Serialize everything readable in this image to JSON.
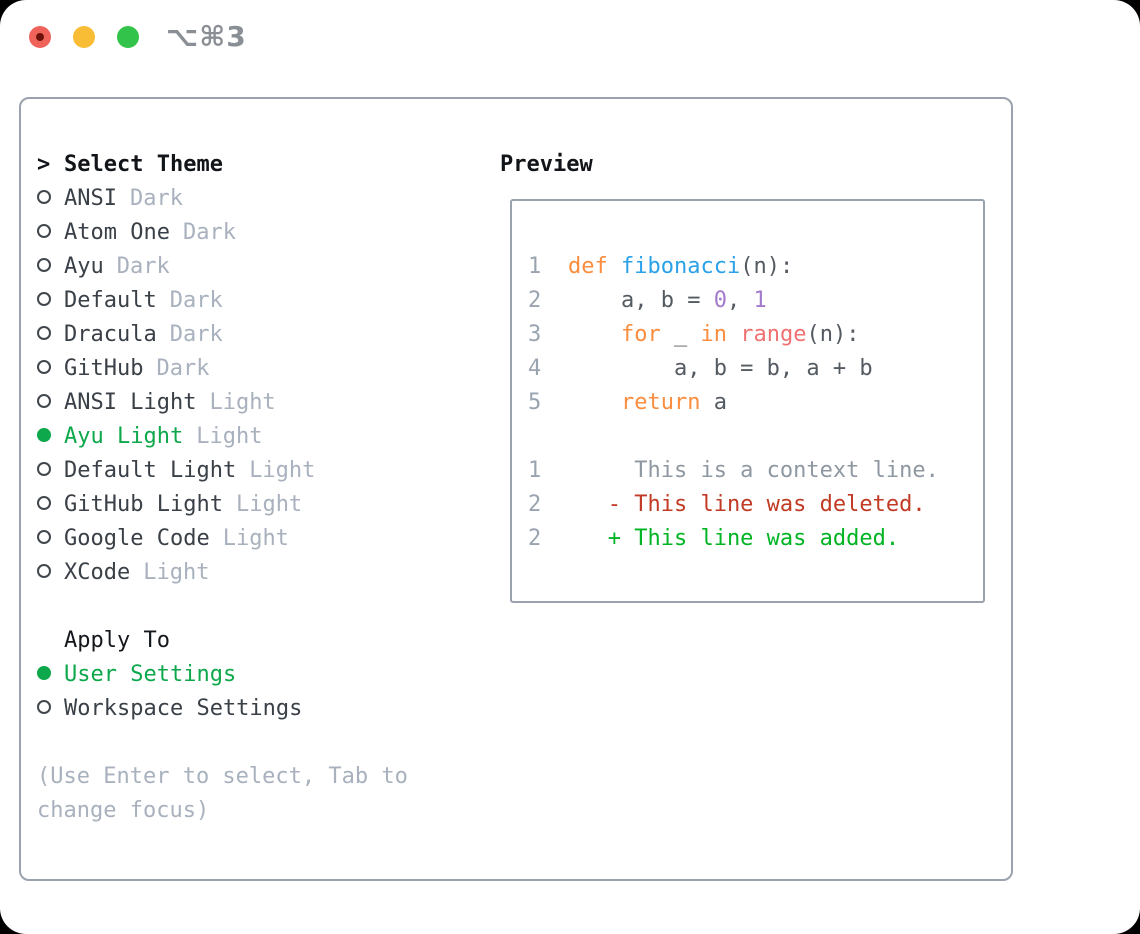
{
  "window": {
    "shortcut": "⌥⌘3"
  },
  "theme_picker": {
    "prompt": ">",
    "title": "Select Theme",
    "items": [
      {
        "name": "ANSI",
        "variant": "Dark",
        "selected": false
      },
      {
        "name": "Atom One",
        "variant": "Dark",
        "selected": false
      },
      {
        "name": "Ayu",
        "variant": "Dark",
        "selected": false
      },
      {
        "name": "Default",
        "variant": "Dark",
        "selected": false
      },
      {
        "name": "Dracula",
        "variant": "Dark",
        "selected": false
      },
      {
        "name": "GitHub",
        "variant": "Dark",
        "selected": false
      },
      {
        "name": "ANSI Light",
        "variant": "Light",
        "selected": false
      },
      {
        "name": "Ayu Light",
        "variant": "Light",
        "selected": true
      },
      {
        "name": "Default Light",
        "variant": "Light",
        "selected": false
      },
      {
        "name": "GitHub Light",
        "variant": "Light",
        "selected": false
      },
      {
        "name": "Google Code",
        "variant": "Light",
        "selected": false
      },
      {
        "name": "XCode",
        "variant": "Light",
        "selected": false
      }
    ],
    "apply_to": {
      "label": "Apply To",
      "options": [
        {
          "name": "User Settings",
          "selected": true
        },
        {
          "name": "Workspace Settings",
          "selected": false
        }
      ]
    },
    "hint": "(Use Enter to select, Tab to change focus)"
  },
  "preview": {
    "title": "Preview",
    "code": [
      {
        "num": "1",
        "segs": [
          {
            "c": "kw",
            "t": "def "
          },
          {
            "c": "fn",
            "t": "fibonacci"
          },
          {
            "c": "fg",
            "t": "(n):"
          }
        ]
      },
      {
        "num": "2",
        "segs": [
          {
            "c": "fg",
            "t": "    a, b = "
          },
          {
            "c": "numl",
            "t": "0"
          },
          {
            "c": "fg",
            "t": ", "
          },
          {
            "c": "numl",
            "t": "1"
          }
        ]
      },
      {
        "num": "3",
        "segs": [
          {
            "c": "fg",
            "t": "    "
          },
          {
            "c": "kw",
            "t": "for"
          },
          {
            "c": "fg",
            "t": " _ "
          },
          {
            "c": "kw",
            "t": "in"
          },
          {
            "c": "fg",
            "t": " "
          },
          {
            "c": "call",
            "t": "range"
          },
          {
            "c": "fg",
            "t": "(n):"
          }
        ]
      },
      {
        "num": "4",
        "segs": [
          {
            "c": "fg",
            "t": "        a, b = b, a + b"
          }
        ]
      },
      {
        "num": "5",
        "segs": [
          {
            "c": "fg",
            "t": "    "
          },
          {
            "c": "kw",
            "t": "return"
          },
          {
            "c": "fg",
            "t": " a"
          }
        ]
      },
      {
        "num": "",
        "segs": []
      },
      {
        "num": "1",
        "segs": [
          {
            "c": "ctx",
            "t": "     This is a context line."
          }
        ]
      },
      {
        "num": "2",
        "segs": [
          {
            "c": "del",
            "t": "   - This line was deleted."
          }
        ]
      },
      {
        "num": "2",
        "segs": [
          {
            "c": "add",
            "t": "   + This line was added."
          }
        ]
      }
    ]
  },
  "colors": {
    "selection_green": "#0da84b",
    "added_green": "#00b424",
    "deleted_red": "#c13a24",
    "keyword_orange": "#fa8d3e",
    "function_blue": "#2aa1e8",
    "number_purple": "#a37acc",
    "call_coral": "#f07171",
    "muted_gray": "#a8b1bd",
    "border_gray": "#9aa2ad"
  }
}
